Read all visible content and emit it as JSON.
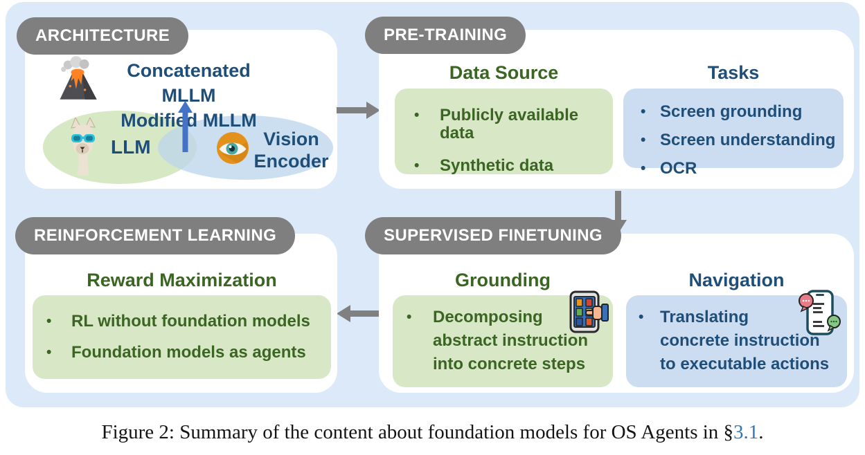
{
  "palette": {
    "diagram-bg": "#dbe9f8",
    "panel-bg": "#ffffff",
    "pill-bg": "#7f7f7f",
    "pill-text": "#ffffff",
    "green-heading": "#3a6522",
    "navy-heading": "#1f4e79",
    "green-box": "#d8e8c6",
    "blue-box": "#cdddf1",
    "green-ellipse": "#d6e8c4",
    "arrow-grey": "#808080",
    "arrow-blue": "#4472c4",
    "link-blue": "#3177b8"
  },
  "panels": {
    "architecture": {
      "tag": "ARCHITECTURE",
      "title_line1": "Concatenated MLLM",
      "title_line2": "Modified MLLM",
      "llm_label": "LLM",
      "vision_label_line1": "Vision",
      "vision_label_line2": "Encoder"
    },
    "pretraining": {
      "tag": "PRE-TRAINING",
      "columns": [
        {
          "heading": "Data Source",
          "items": [
            "Publicly available data",
            "Synthetic data"
          ]
        },
        {
          "heading": "Tasks",
          "items": [
            "Screen grounding",
            "Screen understanding",
            "OCR"
          ]
        }
      ]
    },
    "reinforcement_learning": {
      "tag": "REINFORCEMENT LEARNING",
      "heading": "Reward Maximization",
      "items": [
        "RL without foundation models",
        "Foundation models as agents"
      ]
    },
    "supervised_finetuning": {
      "tag": "SUPERVISED FINETUNING",
      "columns": [
        {
          "heading": "Grounding",
          "item_lines": [
            "Decomposing",
            "abstract instruction",
            "into concrete steps"
          ]
        },
        {
          "heading": "Navigation",
          "item_lines": [
            "Translating",
            "concrete instruction",
            "to executable actions"
          ]
        }
      ]
    }
  },
  "caption": {
    "prefix": "Figure 2: Summary of the content about foundation models for OS Agents in §",
    "link": "3.1",
    "suffix": "."
  }
}
